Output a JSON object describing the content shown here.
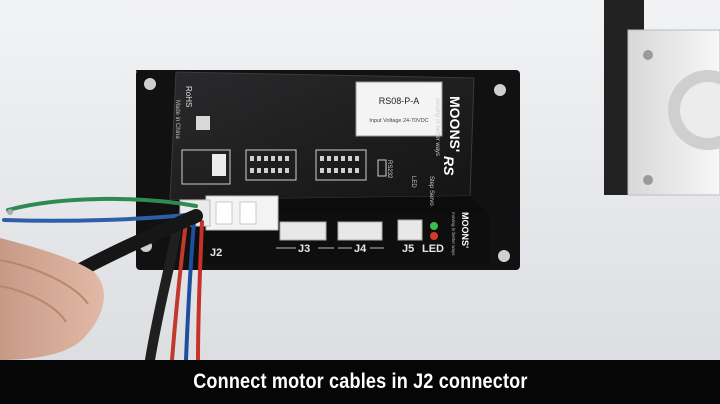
{
  "caption": {
    "text": "Connect motor cables in J2 connector"
  },
  "device": {
    "brand": "MOONS'",
    "slogan": "moving in better ways",
    "model_series": "RS",
    "model_sub": "Step Servo",
    "rohs": "RoHS",
    "made_in": "Made in China",
    "rs232_label": "RS232",
    "led_label": "LED",
    "sticker_model": "RS08-P-A",
    "sticker_voltage": "Input Voltage 24-70VDC",
    "connectors": {
      "j2": "J2",
      "j3": "J3",
      "j4": "J4",
      "j5": "J5",
      "led": "LED"
    }
  },
  "colors": {
    "background": "#e9eaec",
    "driver_body": "#1b1b1c",
    "caption_bar": "#060606",
    "led_green": "#3fbf4a",
    "led_red": "#d23a2a"
  }
}
